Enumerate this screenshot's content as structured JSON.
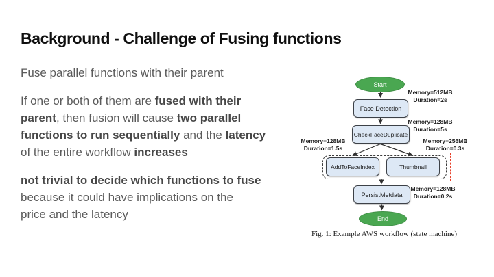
{
  "slide": {
    "title": "Background - Challenge of Fusing functions"
  },
  "body": {
    "paragraphs": [
      {
        "lines": [
          [
            {
              "t": "Fuse parallel functions with their parent",
              "b": false
            }
          ]
        ]
      },
      {
        "lines": [
          [
            {
              "t": "If one or both of them are ",
              "b": false
            },
            {
              "t": "fused with their",
              "b": true
            }
          ],
          [
            {
              "t": "parent",
              "b": true
            },
            {
              "t": ", then fusion will cause ",
              "b": false
            },
            {
              "t": "two parallel",
              "b": true
            }
          ],
          [
            {
              "t": "functions to run sequentially",
              "b": true
            },
            {
              "t": " and the ",
              "b": false
            },
            {
              "t": "latency",
              "b": true
            }
          ],
          [
            {
              "t": "of the entire workflow ",
              "b": false
            },
            {
              "t": "increases",
              "b": true
            }
          ]
        ]
      },
      {
        "lines": [
          [
            {
              "t": "not trivial to decide which functions to fuse",
              "b": true
            }
          ],
          [
            {
              "t": "because it could have implications on the",
              "b": false
            }
          ],
          [
            {
              "t": "price and the latency",
              "b": false
            }
          ]
        ]
      }
    ]
  },
  "diagram": {
    "caption": "Fig. 1: Example AWS workflow (state machine)",
    "nodes": {
      "start": "Start",
      "face_detection": "Face Detection",
      "check_face_duplicate": "CheckFaceDuplicate",
      "add_to_face_index": "AddToFaceIndex",
      "thumbnail": "Thumbnail",
      "persist_metdata": "PersistMetdata",
      "end": "End"
    },
    "annotations": {
      "face_detection": [
        "Memory=512MB",
        "Duration=2s"
      ],
      "check_face_duplicate": [
        "Memory=128MB",
        "Duration=5s"
      ],
      "add_to_face_index": [
        "Memory=128MB",
        "Duration=1.5s"
      ],
      "thumbnail": [
        "Memory=256MB",
        "Duration=0.3s"
      ],
      "persist_metdata": [
        "Memory=128MB",
        "Duration=0.2s"
      ]
    }
  },
  "colors": {
    "node_green": "#4aa751",
    "node_blue": "#dde8f5",
    "node_border": "#3d4147",
    "highlight_red": "#e8402a",
    "title_color": "#0f0f0f",
    "body_text": "#5b5b5b",
    "body_bold": "#474747"
  }
}
